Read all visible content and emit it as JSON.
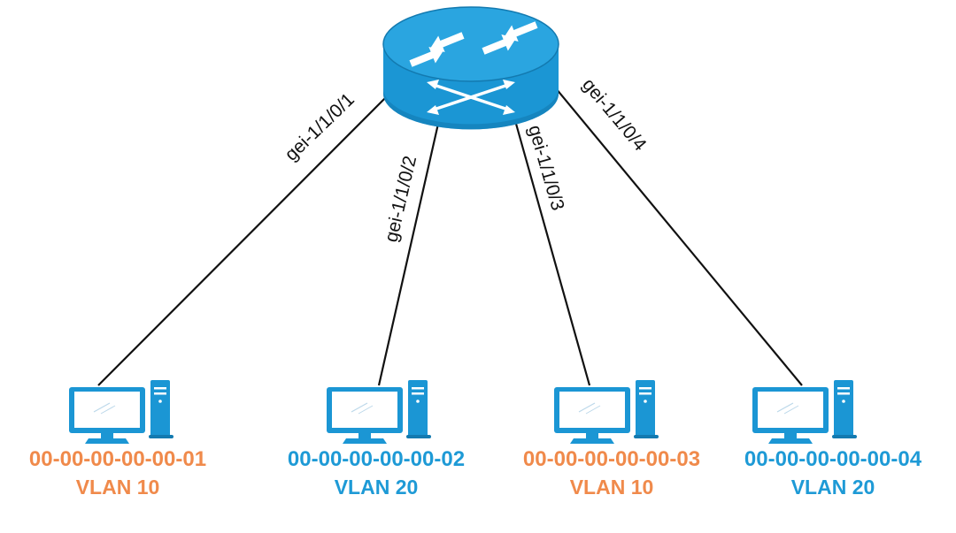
{
  "colors": {
    "orange": "#f08a4b",
    "blue": "#1e9ad6",
    "router_face": "#1b96d4",
    "router_top": "#2aa5e0",
    "router_dark": "#137ab0",
    "pc": "#1b96d4"
  },
  "router": {
    "icon": "router-icon"
  },
  "links": [
    {
      "port": "gei-1/1/0/1"
    },
    {
      "port": "gei-1/1/0/2"
    },
    {
      "port": "gei-1/1/0/3"
    },
    {
      "port": "gei-1/1/0/4"
    }
  ],
  "hosts": [
    {
      "mac": "00-00-00-00-00-01",
      "vlan": "VLAN 10",
      "color": "#f08a4b",
      "icon": "desktop-computer-icon"
    },
    {
      "mac": "00-00-00-00-00-02",
      "vlan": "VLAN 20",
      "color": "#1e9ad6",
      "icon": "desktop-computer-icon"
    },
    {
      "mac": "00-00-00-00-00-03",
      "vlan": "VLAN 10",
      "color": "#f08a4b",
      "icon": "desktop-computer-icon"
    },
    {
      "mac": "00-00-00-00-00-04",
      "vlan": "VLAN 20",
      "color": "#1e9ad6",
      "icon": "desktop-computer-icon"
    }
  ]
}
